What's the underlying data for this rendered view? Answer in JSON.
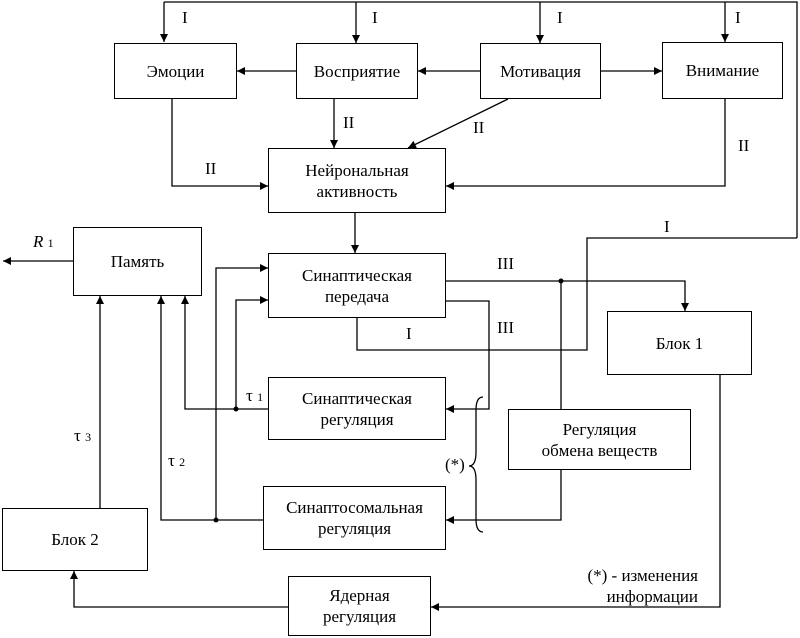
{
  "nodes": {
    "emotions": "Эмоции",
    "perception": "Восприятие",
    "motivation": "Мотивация",
    "attention": "Внимание",
    "neuronal_activity": "Нейрональная\nактивность",
    "memory": "Память",
    "synaptic_transmission": "Синаптическая\nпередача",
    "block1": "Блок 1",
    "synaptic_regulation": "Синаптическая\nрегуляция",
    "metabolism_regulation": "Регуляция\nобмена веществ",
    "synaptosomal_regulation": "Синаптосомальная\nрегуляция",
    "block2": "Блок 2",
    "nuclear_regulation": "Ядерная\nрегуляция"
  },
  "labels": {
    "I": "I",
    "II": "II",
    "III": "III",
    "r": "R",
    "r_sub": "1",
    "tau": "τ",
    "tau1_sub": "1",
    "tau2_sub": "2",
    "tau3_sub": "3",
    "star": "(*)"
  },
  "note": {
    "line1": "(*)  - изменения",
    "line2": "информации"
  }
}
